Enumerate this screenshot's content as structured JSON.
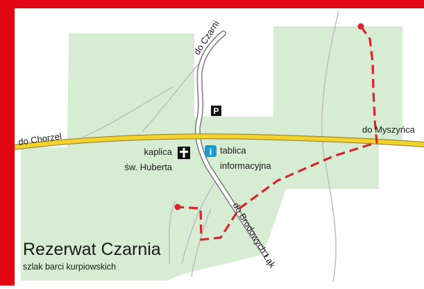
{
  "map": {
    "title": "Rezerwat Czarnia",
    "subtitle": "szlak barci kurpiowskich",
    "roads": {
      "to_czarnia": "do Czarni",
      "to_chorzele": "do Chorzel",
      "to_myszyniec": "do Myszyńca",
      "to_brodowe_laki": "do Brodowych Łąk"
    },
    "chapel": {
      "label_line1": "kaplica",
      "label_line2": "św. Huberta",
      "icon": "cross-icon"
    },
    "info_board": {
      "label_line1": "tablica",
      "label_line2": "informacyjna",
      "icon": "info-icon",
      "glyph": "i"
    },
    "parking": {
      "icon": "parking-icon",
      "glyph": "P"
    },
    "colors": {
      "frame": "#e30613",
      "forest": "#d6ecd3",
      "main_road": "#f2d22b",
      "trail": "#d9252a",
      "info": "#1b9ad6",
      "path": "#bdbdbd"
    }
  }
}
